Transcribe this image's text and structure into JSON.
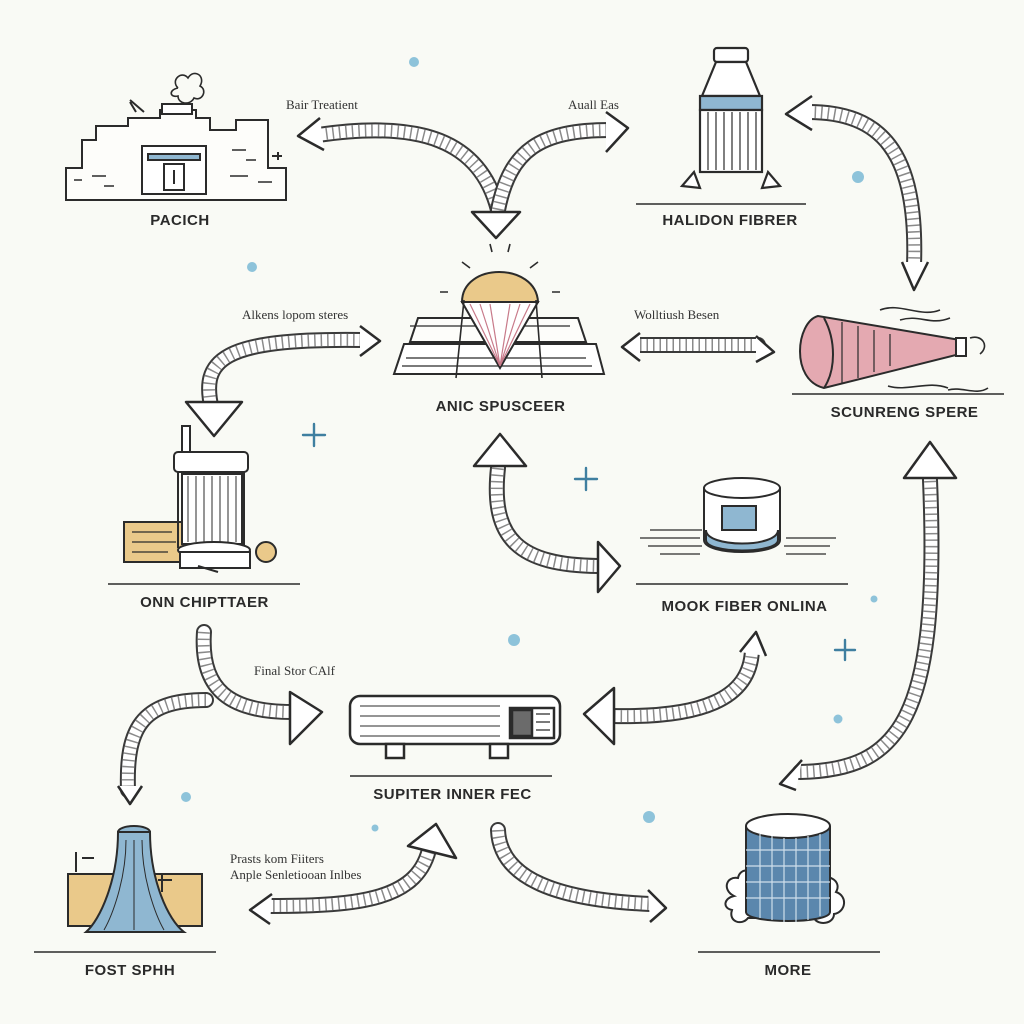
{
  "nodes": [
    {
      "id": "pacich",
      "label": "PACICH",
      "icon": "factory-icon"
    },
    {
      "id": "halidon",
      "label": "HALIDON FIBRER",
      "icon": "bottle-filter-icon"
    },
    {
      "id": "anic",
      "label": "ANIC SPUSCEER",
      "icon": "dome-lamp-icon"
    },
    {
      "id": "scunreng",
      "label": "SCUNRENG SPERE",
      "icon": "cone-horn-icon"
    },
    {
      "id": "onn",
      "label": "ONN CHIPTTAER",
      "icon": "press-machine-icon"
    },
    {
      "id": "mook",
      "label": "MOOK FIBER ONLINA",
      "icon": "jar-icon"
    },
    {
      "id": "supiter",
      "label": "SUPITER INNER FEC",
      "icon": "duct-unit-icon"
    },
    {
      "id": "fost",
      "label": "FOST SPHH",
      "icon": "flared-tube-icon"
    },
    {
      "id": "more",
      "label": "MORE",
      "icon": "mesh-cylinder-icon"
    }
  ],
  "edge_labels": {
    "bair": "Bair Treatient",
    "auall": "Auall Eas",
    "alkens": "Alkens lopom steres",
    "wolt": "Wolltiush Besen",
    "final": "Final Stor CAlf",
    "prasts_1": "Prasts kom Fiiters",
    "prasts_2": "Anple Senletiooan Inlbes"
  },
  "colors": {
    "background": "#f9faf5",
    "ink": "#2b2b2b",
    "accent_blue": "#8fb7d1",
    "accent_yellow": "#eac98a",
    "accent_pink": "#e4a9b1",
    "dot_blue": "#8ec3da"
  }
}
